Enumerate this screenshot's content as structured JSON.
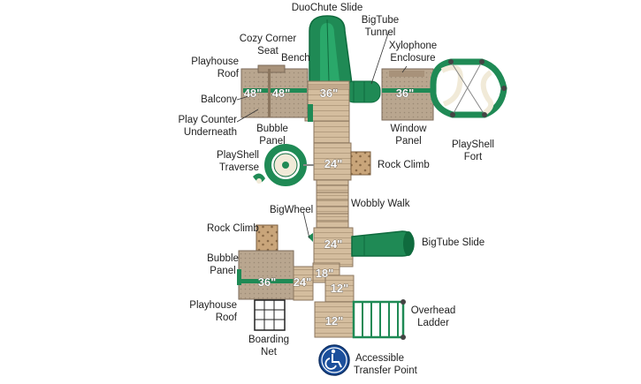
{
  "labels": {
    "duochute_slide": "DuoChute Slide",
    "bigtube_tunnel_1": "BigTube",
    "bigtube_tunnel_2": "Tunnel",
    "cozy_corner_1": "Cozy Corner",
    "cozy_corner_2": "Seat",
    "bench": "Bench",
    "xylophone_1": "Xylophone",
    "xylophone_2": "Enclosure",
    "playhouse_roof_top_1": "Playhouse",
    "playhouse_roof_top_2": "Roof",
    "balcony": "Balcony",
    "play_counter_1": "Play Counter",
    "play_counter_2": "Underneath",
    "bubble_panel_top_1": "Bubble",
    "bubble_panel_top_2": "Panel",
    "window_panel_1": "Window",
    "window_panel_2": "Panel",
    "playshell_fort_1": "PlayShell",
    "playshell_fort_2": "Fort",
    "playshell_traverse_1": "PlayShell",
    "playshell_traverse_2": "Traverse",
    "rock_climb_right": "Rock Climb",
    "wobbly_walk": "Wobbly Walk",
    "bigwheel": "BigWheel",
    "rock_climb_left": "Rock Climb",
    "bigtube_slide": "BigTube Slide",
    "bubble_panel_bottom_1": "Bubble",
    "bubble_panel_bottom_2": "Panel",
    "playhouse_roof_bottom_1": "Playhouse",
    "playhouse_roof_bottom_2": "Roof",
    "overhead_ladder_1": "Overhead",
    "overhead_ladder_2": "Ladder",
    "boarding_net_1": "Boarding",
    "boarding_net_2": "Net",
    "accessible_1": "Accessible",
    "accessible_2": "Transfer Point"
  },
  "decks": {
    "d48_left": "48\"",
    "d48_right": "48\"",
    "d36_center": "36\"",
    "d36_xylophone": "36\"",
    "d24_upper": "24\"",
    "d24_lower": "24\"",
    "d36_bottom_house": "36\"",
    "d24_bottom_left": "24\"",
    "d18": "18\"",
    "d12_upper": "12\"",
    "d12_lower": "12\""
  },
  "colors": {
    "deck": "#cdb79a",
    "deck_dark": "#a8927a",
    "green": "#1f8a55",
    "green_dark": "#0f6b3e",
    "walk": "#d9c2a3",
    "roof": "#b8a48e",
    "shell": "#f1ead8",
    "accessible_blue": "#1b4f9c"
  },
  "icons": {
    "accessible": "wheelchair-icon"
  }
}
